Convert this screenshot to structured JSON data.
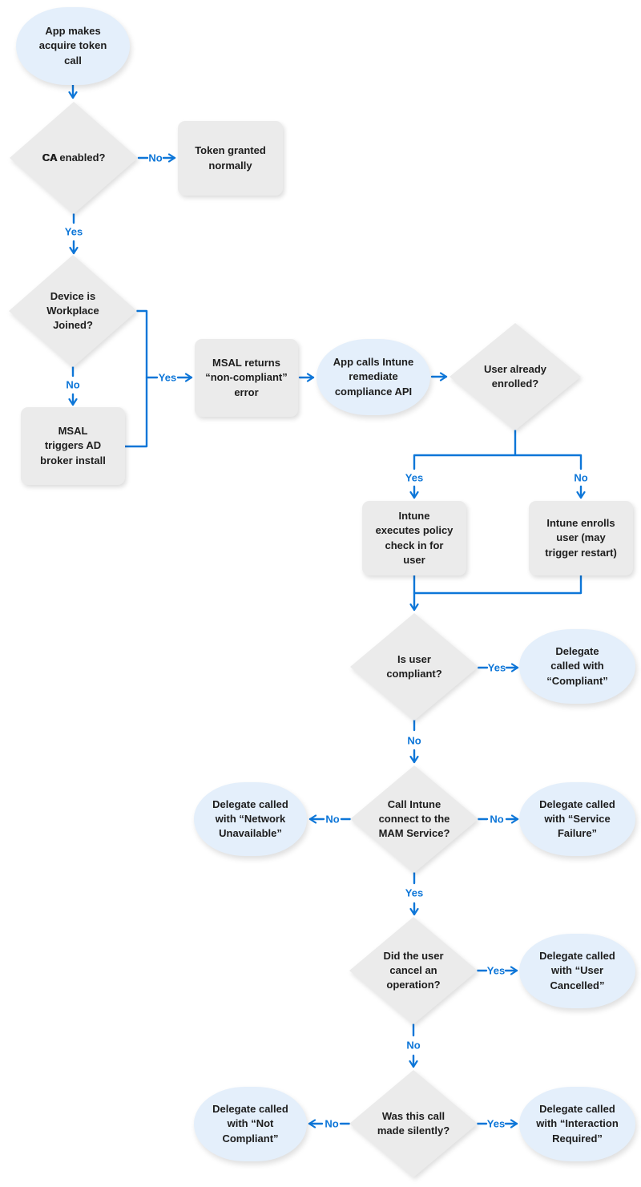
{
  "labels": {
    "yes": "Yes",
    "no": "No"
  },
  "colors": {
    "arrow": "#0d76d8",
    "node-blue": "#e4effb",
    "node-gray": "#ebebeb",
    "text": "#1d1d1d"
  },
  "nodes": {
    "start": {
      "label": "App makes\nacquire token\ncall"
    },
    "ca_enabled": {
      "bold": "CA",
      "rest": " enabled?"
    },
    "token_granted": {
      "label": "Token granted\nnormally"
    },
    "workplace_joined": {
      "label": "Device is\nWorkplace\nJoined?"
    },
    "broker_install": {
      "label": "MSAL\ntriggers AD\nbroker install"
    },
    "msal_error": {
      "label": "MSAL returns\n“non-compliant”\nerror"
    },
    "remediate_api": {
      "label": "App calls Intune\nremediate\ncompliance API"
    },
    "already_enrolled": {
      "label": "User already\nenrolled?"
    },
    "policy_checkin": {
      "label": "Intune\nexecutes policy\ncheck in for\nuser"
    },
    "enrolls_user": {
      "label": "Intune enrolls\nuser (may\ntrigger restart)"
    },
    "is_compliant": {
      "label": "Is user\ncompliant?"
    },
    "delegate_compliant": {
      "label": "Delegate\ncalled with\n“Compliant”"
    },
    "mam_service": {
      "label": "Call Intune\nconnect to the\nMAM Service?"
    },
    "delegate_network": {
      "label": "Delegate called\nwith “Network\nUnavailable”"
    },
    "delegate_service_failure": {
      "label": "Delegate called\nwith “Service\nFailure”"
    },
    "user_cancel": {
      "label": "Did the user\ncancel an\noperation?"
    },
    "delegate_user_cancelled": {
      "label": "Delegate called\nwith “User\nCancelled”"
    },
    "made_silently": {
      "label": "Was this call\nmade silently?"
    },
    "delegate_not_compliant": {
      "label": "Delegate called\nwith “Not\nCompliant”"
    },
    "delegate_interaction_required": {
      "label": "Delegate called\nwith “Interaction\nRequired”"
    }
  }
}
